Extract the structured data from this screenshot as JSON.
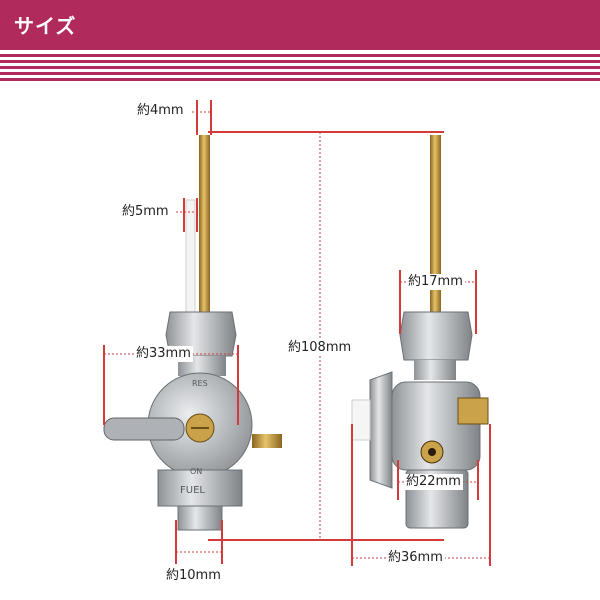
{
  "header": {
    "title": "サイズ"
  },
  "colors": {
    "accent": "#b02a5c",
    "dimension_red": "#d33a3a",
    "brass": "#c89b3c",
    "metal": "#b8bcc0"
  },
  "dimensions": {
    "tip_width": "約4mm",
    "rubber_width": "約5mm",
    "body_width": "約33mm",
    "total_height": "約108mm",
    "nut_width": "約17mm",
    "lower_width": "約22mm",
    "bottom_width": "約10mm",
    "depth": "約36mm"
  },
  "valve_markings": {
    "res": "RES",
    "on": "ON",
    "fuel": "FUEL"
  }
}
